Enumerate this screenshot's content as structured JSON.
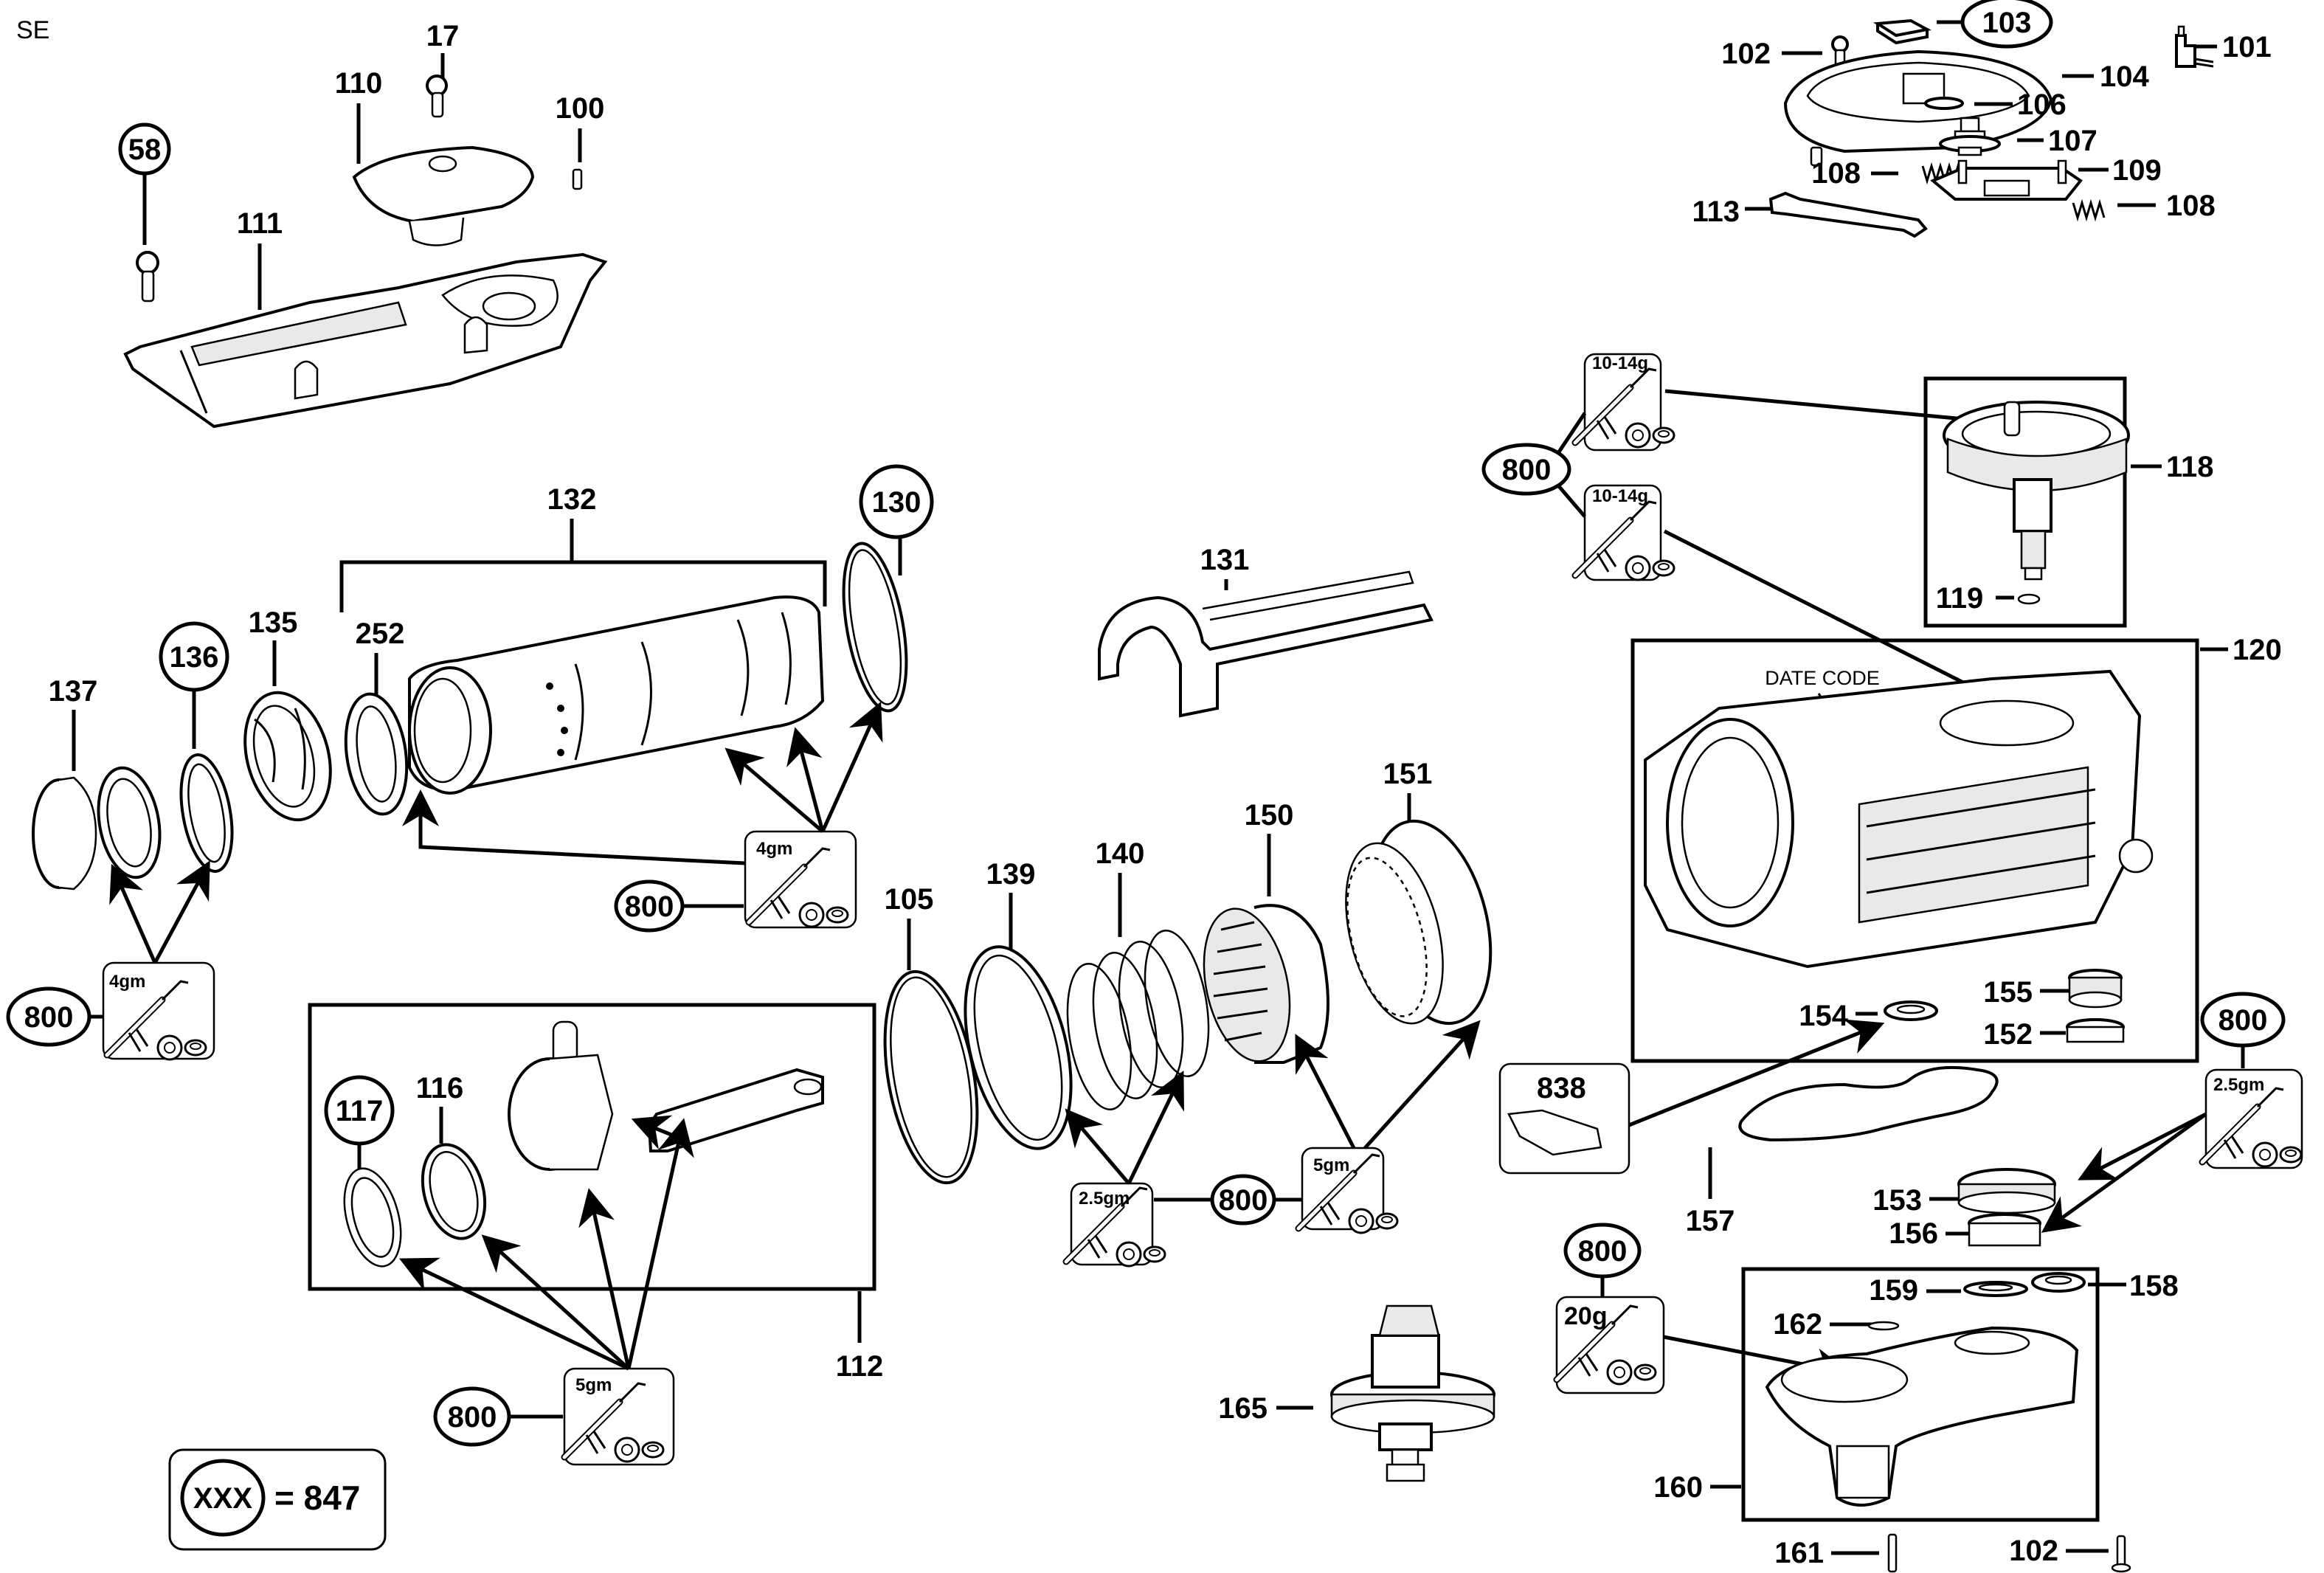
{
  "diagram": {
    "corner_code": "SE",
    "legend": {
      "placeholder": "XXX",
      "equals": "= 847"
    },
    "date_code_label": "DATE CODE",
    "grease_label": "800",
    "grease_kits": [
      {
        "id": "kit-1014-a",
        "amount": "10-14g"
      },
      {
        "id": "kit-1014-b",
        "amount": "10-14g"
      },
      {
        "id": "kit-4gm-a",
        "amount": "4gm"
      },
      {
        "id": "kit-4gm-b",
        "amount": "4gm"
      },
      {
        "id": "kit-25gm-a",
        "amount": "2.5gm"
      },
      {
        "id": "kit-5gm-a",
        "amount": "5gm"
      },
      {
        "id": "kit-5gm-b",
        "amount": "5gm"
      },
      {
        "id": "kit-25gm-b",
        "amount": "2.5gm"
      },
      {
        "id": "kit-20g",
        "amount": "20g"
      }
    ],
    "parts": [
      {
        "number": "17",
        "name": "screw"
      },
      {
        "number": "58",
        "name": "screw",
        "circled": true
      },
      {
        "number": "100",
        "name": "pin"
      },
      {
        "number": "101",
        "name": "switch"
      },
      {
        "number": "102",
        "name": "screw"
      },
      {
        "number": "103",
        "name": "block",
        "circled": true
      },
      {
        "number": "104",
        "name": "mode-selector-plate"
      },
      {
        "number": "106",
        "name": "o-ring"
      },
      {
        "number": "107",
        "name": "selector-shaft"
      },
      {
        "number": "108",
        "name": "spring"
      },
      {
        "number": "109",
        "name": "selector-frame"
      },
      {
        "number": "110",
        "name": "selector-knob"
      },
      {
        "number": "111",
        "name": "top-cover"
      },
      {
        "number": "113",
        "name": "shift-lever"
      },
      {
        "number": "118",
        "name": "gear-shaft"
      },
      {
        "number": "119",
        "name": "washer"
      },
      {
        "number": "120",
        "name": "gear-housing"
      },
      {
        "number": "130",
        "name": "o-ring",
        "circled": true
      },
      {
        "number": "131",
        "name": "shift-fork"
      },
      {
        "number": "132",
        "name": "cylinder-assembly"
      },
      {
        "number": "135",
        "name": "clutch"
      },
      {
        "number": "136",
        "name": "o-ring",
        "circled": true
      },
      {
        "number": "137",
        "name": "ram"
      },
      {
        "number": "252",
        "name": "washer"
      },
      {
        "number": "105",
        "name": "o-ring"
      },
      {
        "number": "139",
        "name": "ring"
      },
      {
        "number": "140",
        "name": "spring"
      },
      {
        "number": "150",
        "name": "clutch-gear"
      },
      {
        "number": "151",
        "name": "bearing-sleeve"
      },
      {
        "number": "112",
        "name": "piston-assembly"
      },
      {
        "number": "116",
        "name": "piston-ring"
      },
      {
        "number": "117",
        "name": "o-ring",
        "circled": true
      },
      {
        "number": "838",
        "name": "bearing-tool"
      },
      {
        "number": "154",
        "name": "bearing"
      },
      {
        "number": "155",
        "name": "needle-bearing"
      },
      {
        "number": "152",
        "name": "ring"
      },
      {
        "number": "157",
        "name": "gasket"
      },
      {
        "number": "153",
        "name": "gear"
      },
      {
        "number": "156",
        "name": "ring"
      },
      {
        "number": "159",
        "name": "bearing"
      },
      {
        "number": "158",
        "name": "bearing"
      },
      {
        "number": "162",
        "name": "washer"
      },
      {
        "number": "160",
        "name": "lower-housing"
      },
      {
        "number": "161",
        "name": "pin"
      },
      {
        "number": "165",
        "name": "crank-gear"
      }
    ],
    "labels": {
      "p17": "17",
      "p58": "58",
      "p100": "100",
      "p101": "101",
      "p102a": "102",
      "p102b": "102",
      "p103": "103",
      "p104": "104",
      "p106": "106",
      "p107": "107",
      "p108a": "108",
      "p108b": "108",
      "p109": "109",
      "p110": "110",
      "p111": "111",
      "p113": "113",
      "p118": "118",
      "p119": "119",
      "p120": "120",
      "p130": "130",
      "p131": "131",
      "p132": "132",
      "p135": "135",
      "p136": "136",
      "p137": "137",
      "p252": "252",
      "p105": "105",
      "p139": "139",
      "p140": "140",
      "p150": "150",
      "p151": "151",
      "p112": "112",
      "p116": "116",
      "p117": "117",
      "p838": "838",
      "p154": "154",
      "p155": "155",
      "p152": "152",
      "p157": "157",
      "p153": "153",
      "p156": "156",
      "p159": "159",
      "p158": "158",
      "p162": "162",
      "p160": "160",
      "p161": "161",
      "p165": "165"
    }
  }
}
